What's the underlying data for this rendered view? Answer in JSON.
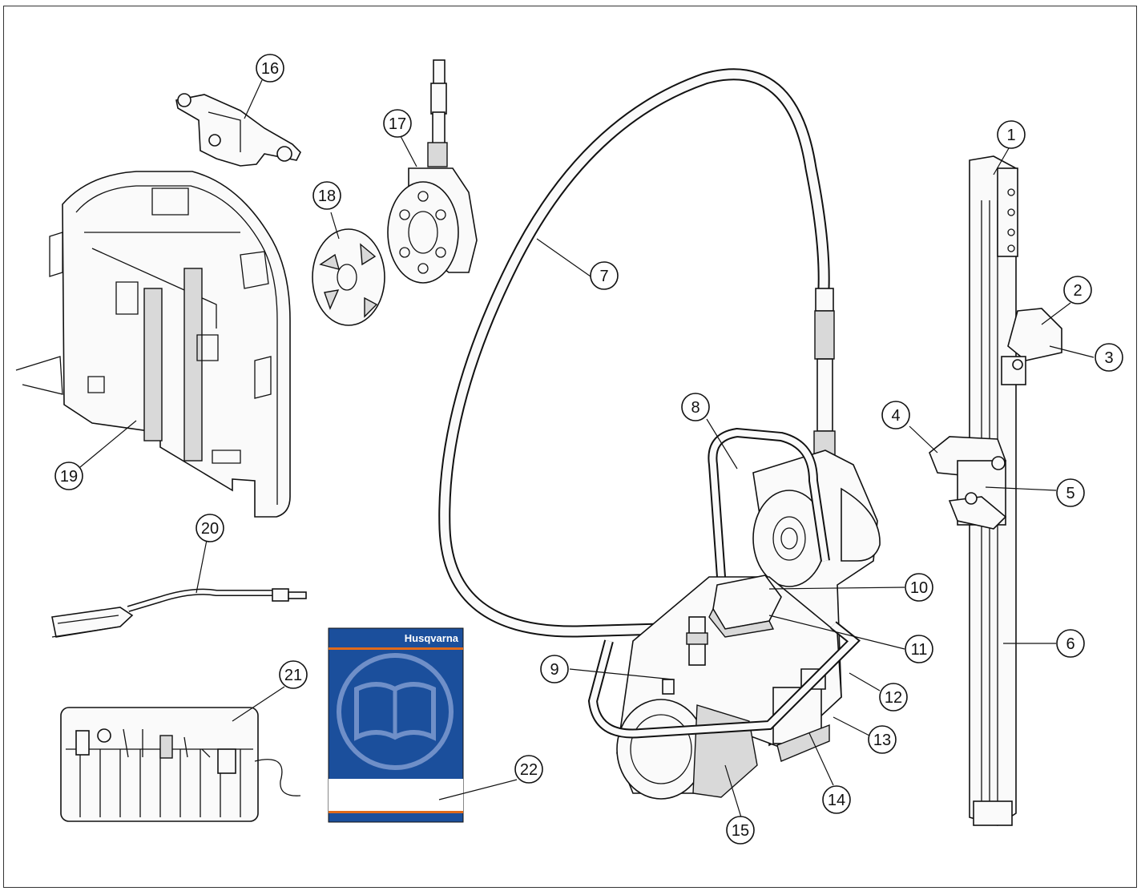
{
  "manual": {
    "brand": "Husqvarna"
  },
  "callouts": [
    {
      "number": "1"
    },
    {
      "number": "2"
    },
    {
      "number": "3"
    },
    {
      "number": "4"
    },
    {
      "number": "5"
    },
    {
      "number": "6"
    },
    {
      "number": "7"
    },
    {
      "number": "8"
    },
    {
      "number": "9"
    },
    {
      "number": "10"
    },
    {
      "number": "11"
    },
    {
      "number": "12"
    },
    {
      "number": "13"
    },
    {
      "number": "14"
    },
    {
      "number": "15"
    },
    {
      "number": "16"
    },
    {
      "number": "17"
    },
    {
      "number": "18"
    },
    {
      "number": "19"
    },
    {
      "number": "20"
    },
    {
      "number": "21"
    },
    {
      "number": "22"
    }
  ],
  "colors": {
    "manual_blue": "#1b4f9c",
    "manual_orange": "#e06a1b",
    "line": "#111111"
  }
}
